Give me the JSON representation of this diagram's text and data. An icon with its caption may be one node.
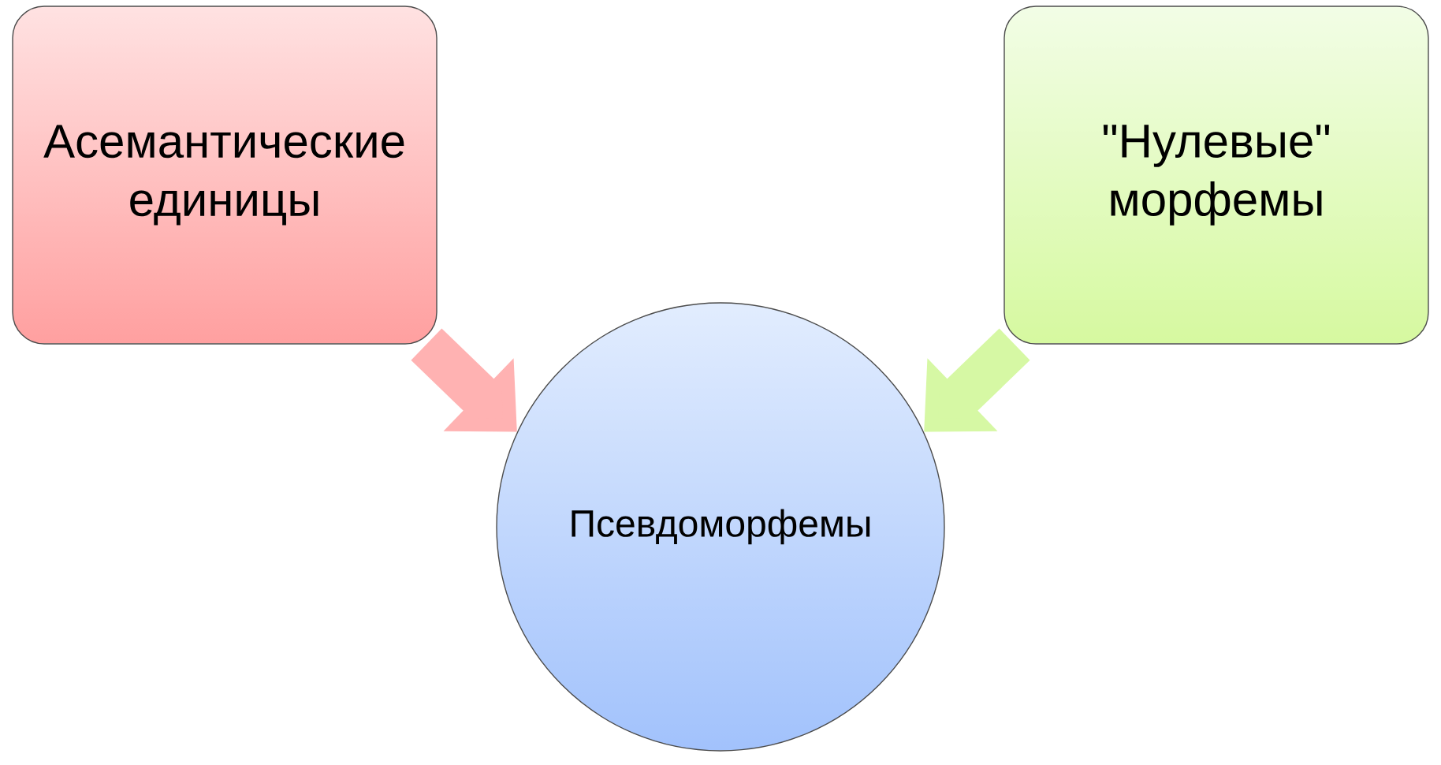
{
  "diagram": {
    "nodes": [
      {
        "text": [
          "Асемантические единицы"
        ]
      },
      {
        "text": [
          "\"Нулевые\" морфемы"
        ]
      },
      {
        "text": [
          "Псевдоморфемы"
        ]
      }
    ],
    "edges": [
      {
        "from": 0,
        "to": 2,
        "arrow": "to",
        "color": "#ffb2b2"
      },
      {
        "from": 1,
        "to": 2,
        "arrow": "to",
        "color": "#d6f8a4"
      }
    ]
  }
}
